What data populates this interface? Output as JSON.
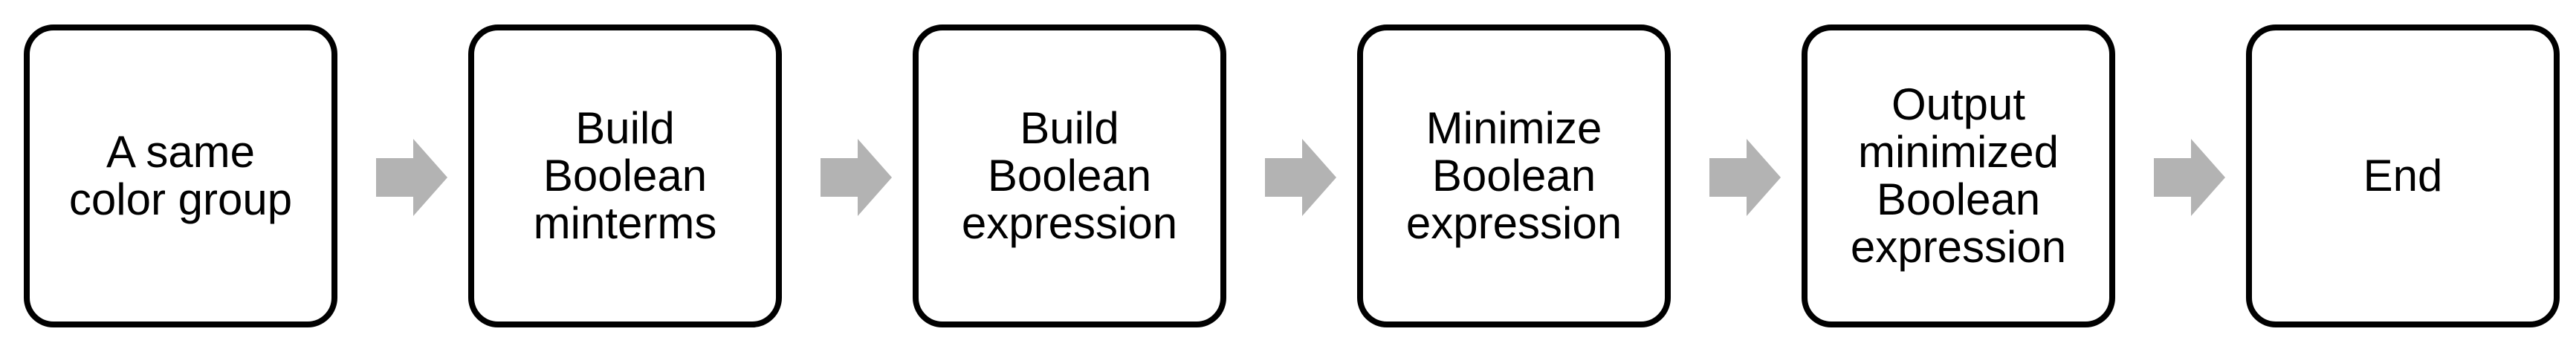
{
  "colors": {
    "box_border": "#000000",
    "box_fill": "#ffffff",
    "arrow": "#b3b3b3",
    "text": "#000000"
  },
  "steps": [
    {
      "label": "A same\ncolor group"
    },
    {
      "label": "Build\nBoolean\nminterms"
    },
    {
      "label": "Build\nBoolean\nexpression"
    },
    {
      "label": "Minimize\nBoolean\nexpression"
    },
    {
      "label": "Output\nminimized\nBoolean\nexpression"
    },
    {
      "label": "End"
    }
  ],
  "arrows": [
    {
      "icon": "right-arrow-icon"
    },
    {
      "icon": "right-arrow-icon"
    },
    {
      "icon": "right-arrow-icon"
    },
    {
      "icon": "right-arrow-icon"
    },
    {
      "icon": "right-arrow-icon"
    }
  ]
}
